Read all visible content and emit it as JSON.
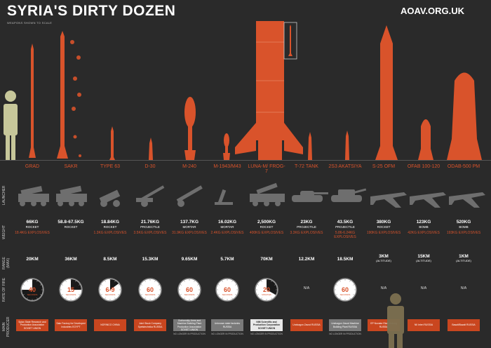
{
  "header": {
    "title": "SYRIA'S DIRTY DOZEN",
    "site": "AOAV.ORG.UK",
    "scale_note": "WEAPONS SHOWN TO SCALE"
  },
  "row_labels": {
    "launcher": "LAUNCHER",
    "weight": "WEIGHT",
    "range": "RANGE (MAX)",
    "rate": "RATE OF FIRE",
    "producer": "MAIN PRODUCER"
  },
  "colors": {
    "weapon": "#d9532b",
    "launcher": "#6e6e6e",
    "human": "#c7c79a",
    "human2": "#7d7050",
    "background": "#2a2a2a"
  },
  "weapons": [
    {
      "name": "GRAD",
      "weight": "66KG",
      "type": "ROCKET",
      "explosive": "18.4KG EXPLOSIVES",
      "range": "20KM",
      "rate": "40",
      "rate_unit": "SECONDS",
      "rate_frac": 0.75,
      "maker": "Splav State Research and Production Association SOVIET UNION",
      "maker_style": "orange",
      "note": ""
    },
    {
      "name": "SAKR",
      "weight": "58.8-67.5KG",
      "type": "ROCKET",
      "explosive": "",
      "range": "36KM",
      "rate": "15",
      "rate_unit": "SECONDS",
      "rate_frac": 0.25,
      "maker": "Sakr Factory for Developed Industries EGYPT",
      "maker_style": "orange",
      "note": ""
    },
    {
      "name": "TYPE 63",
      "weight": "18.84KG",
      "type": "ROCKET",
      "explosive": "1.3KG EXPLOSIVES",
      "range": "8.5KM",
      "rate": "6-9",
      "rate_unit": "SECONDS",
      "rate_frac": 0.15,
      "maker": "NORINCO CHINA",
      "maker_style": "orange",
      "note": ""
    },
    {
      "name": "D-30",
      "weight": "21.76KG",
      "type": "PROJECTILE",
      "explosive": "3.5KG EXPLOSIVES",
      "range": "15.3KM",
      "rate": "60",
      "rate_unit": "SECONDS",
      "rate_frac": 1,
      "maker": "Joint Stock Company Spetstechnika RUSSIA",
      "maker_style": "orange",
      "note": ""
    },
    {
      "name": "M-240",
      "weight": "137.7KG",
      "type": "MORTAR",
      "explosive": "31.9KG EXPLOSIVES",
      "range": "9.65KM",
      "rate": "60",
      "rate_unit": "SECONDS",
      "rate_frac": 1,
      "maker": "Gorbovskiy Arms and Machine Building Plant Production Association SOVIET UNION",
      "maker_style": "grey",
      "note": "NO LONGER IN PRODUCTION"
    },
    {
      "name": "M-1943/M43",
      "weight": "16.02KG",
      "type": "MORTAR",
      "explosive": "2.4KG EXPLOSIVES",
      "range": "5.7KM",
      "rate": "60",
      "rate_unit": "SECONDS",
      "rate_frac": 1,
      "maker": "Unknown state factories RUSSIA",
      "maker_style": "grey",
      "note": "NO LONGER IN PRODUCTION"
    },
    {
      "name": "LUNA-M/ FROG-7",
      "weight": "2,500KG",
      "type": "ROCKET",
      "explosive": "400KG EXPLOSIVES",
      "range": "70KM",
      "rate": "20",
      "rate_unit": "MINUTES",
      "rate_frac": 0.33,
      "maker": "NIM Scientific and Production Corporation SOVIET UNION",
      "maker_style": "white",
      "note": "NO LONGER IN PRODUCTION"
    },
    {
      "name": "T-72 TANK",
      "weight": "23KG",
      "type": "PROJECTILE",
      "explosive": "3.3KG EXPLOSIVES",
      "range": "12.2KM",
      "rate": "N/A",
      "rate_unit": "",
      "rate_frac": 0,
      "maker": "Uralvagon Zavod RUSSIA",
      "maker_style": "orange",
      "note": ""
    },
    {
      "name": "2S3 AKATSIYA",
      "weight": "43.5KG",
      "type": "PROJECTILE",
      "explosive": "5.86-6.24KG EXPLOSIVES",
      "range": "18.5KM",
      "rate": "60",
      "rate_unit": "SECONDS",
      "rate_frac": 1,
      "maker": "Uralvagon Zavod Machine Building Plant RUSSIA",
      "maker_style": "grey",
      "note": "NO LONGER IN PRODUCTION"
    },
    {
      "name": "S-25 OFM",
      "weight": "380KG",
      "type": "ROCKET",
      "explosive": "190KG EXPLOSIVES",
      "range": "3KM",
      "range_sub": "(ALTITUDE)",
      "rate": "N/A",
      "rate_unit": "",
      "rate_frac": 0,
      "maker": "EP Novator Ekaterinburg RUSSIA",
      "maker_style": "orange",
      "note": ""
    },
    {
      "name": "OFAB 100-120",
      "weight": "123KG",
      "type": "BOMB",
      "explosive": "42KG EXPLOSIVES",
      "range": "15KM",
      "range_sub": "(ALTITUDE)",
      "rate": "N/A",
      "rate_unit": "",
      "rate_frac": 0,
      "maker": "NII Ieleri RUSSIA",
      "maker_style": "orange",
      "note": ""
    },
    {
      "name": "ODAB-500 PM",
      "weight": "520KG",
      "type": "BOMB",
      "explosive": "193KG EXPLOSIVES",
      "range": "1KM",
      "range_sub": "(ALTITUDE)",
      "rate": "N/A",
      "rate_unit": "",
      "rate_frac": 0,
      "maker": "Basalt/Bazalt RUSSIA",
      "maker_style": "orange",
      "note": ""
    }
  ]
}
